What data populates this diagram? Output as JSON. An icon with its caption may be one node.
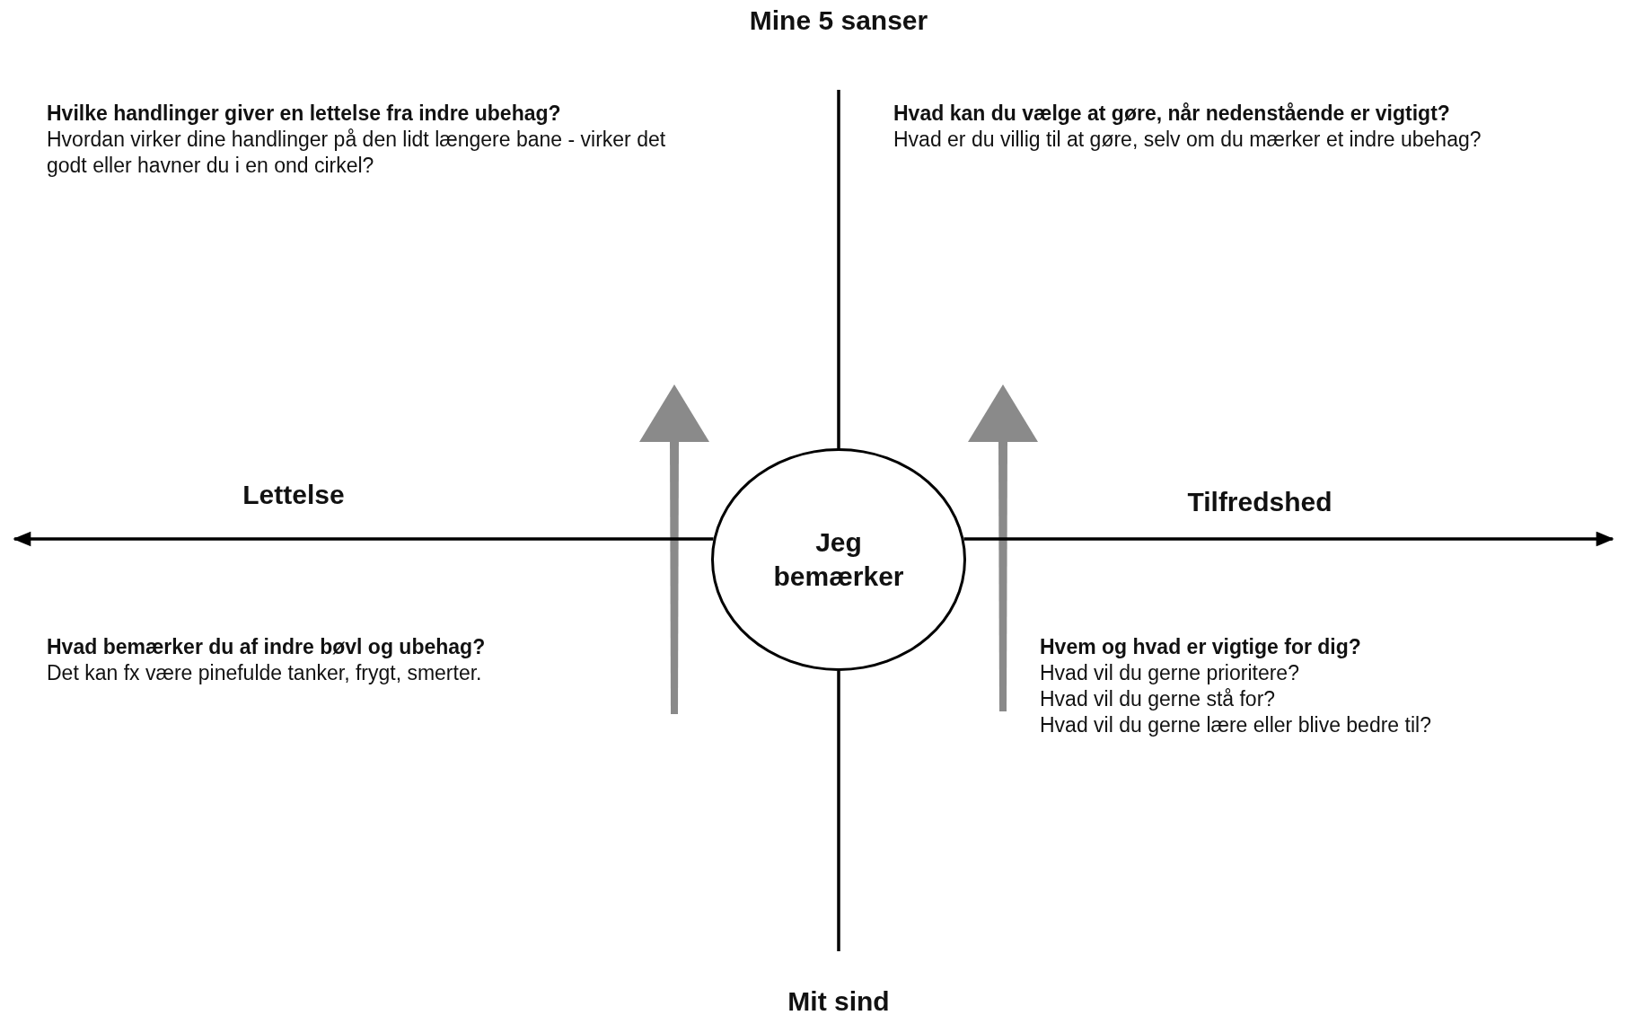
{
  "diagram": {
    "nodes": [
      {
        "text": [
          "Jeg bemærker"
        ]
      }
    ],
    "labels": [
      "Mine 5 sanser",
      "Hvilke handlinger giver en lettelse fra indre ubehag?",
      "Hvordan virker dine handlinger på den lidt længere bane - virker det godt eller havner du i en ond cirkel?",
      "Hvad kan du vælge at gøre, når nedenstående er vigtigt?",
      "Hvad er du villig til at gøre, selv om du mærker et indre ubehag?",
      "Lettelse",
      "Tilfredshed",
      "Hvad bemærker du af indre bøvl og ubehag?",
      "Det kan fx være pinefulde tanker, frygt, smerter.",
      "Hvem og hvad er vigtige for dig?",
      "Hvad vil du gerne prioritere?",
      "Hvad vil du gerne stå for?",
      "Hvad vil du gerne lære eller blive bedre til?",
      "Mit sind"
    ]
  }
}
